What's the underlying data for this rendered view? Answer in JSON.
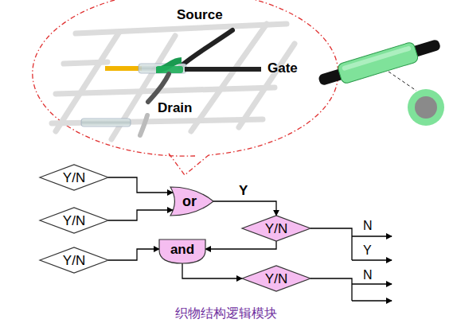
{
  "diagram": {
    "caption": "织物结构逻辑模块",
    "nodes": [
      {
        "text": [
          "Y/N"
        ]
      },
      {
        "text": [
          "Y/N"
        ]
      },
      {
        "text": [
          "or"
        ]
      },
      {
        "text": [
          "Y/N"
        ]
      },
      {
        "text": [
          "Y/N"
        ]
      },
      {
        "text": [
          "and"
        ]
      },
      {
        "text": [
          "Y/N"
        ]
      }
    ],
    "edges": [
      {
        "from": 0,
        "to": 2,
        "arrow": "to"
      },
      {
        "from": 1,
        "to": 2,
        "arrow": "to"
      },
      {
        "from": 2,
        "to": 3,
        "label": "Y",
        "arrow": "to"
      },
      {
        "from": 3,
        "to": 5,
        "arrow": "to"
      },
      {
        "from": 4,
        "to": 5,
        "arrow": "to"
      },
      {
        "from": 5,
        "to": 6,
        "arrow": "to"
      }
    ],
    "labels": [
      "Source",
      "Gate",
      "Drain",
      "N",
      "Y",
      "N"
    ]
  }
}
